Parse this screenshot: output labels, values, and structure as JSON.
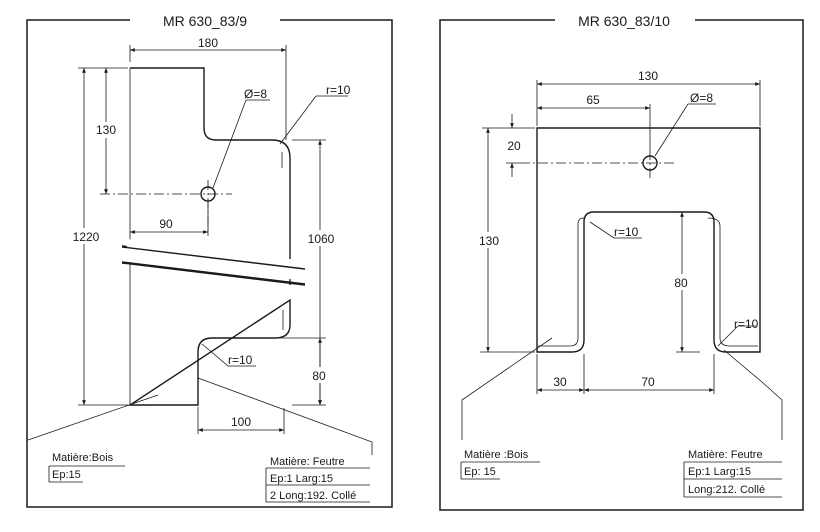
{
  "left_sheet": {
    "title": "MR 630_83/9",
    "dims": {
      "width_top": "180",
      "height_total": "1220",
      "height_top": "130",
      "hole_offset": "90",
      "hole_diameter": "Ø=8",
      "radius_top": "r=10",
      "height_right": "1060",
      "radius_bottom": "r=10",
      "height_bottom": "80",
      "width_bottom": "100"
    },
    "material_left": {
      "label": "Matière:Bois",
      "thickness": "Ep:15"
    },
    "material_right": {
      "label": "Matière: Feutre",
      "thickness": "Ep:1  Larg:15",
      "length": "2 Long:192. Collé"
    }
  },
  "right_sheet": {
    "title": "MR 630_83/10",
    "dims": {
      "width_total": "130",
      "width_half": "65",
      "hole_diameter": "Ø=8",
      "height_top": "20",
      "height_total": "130",
      "radius_inner": "r=10",
      "height_slot": "80",
      "radius_right": "r=10",
      "width_left": "30",
      "width_slot": "70"
    },
    "material_left": {
      "label": "Matière :Bois",
      "thickness": "Ep: 15"
    },
    "material_right": {
      "label": "Matière: Feutre",
      "thickness": "Ep:1  Larg:15",
      "length": "Long:212. Collé"
    }
  }
}
